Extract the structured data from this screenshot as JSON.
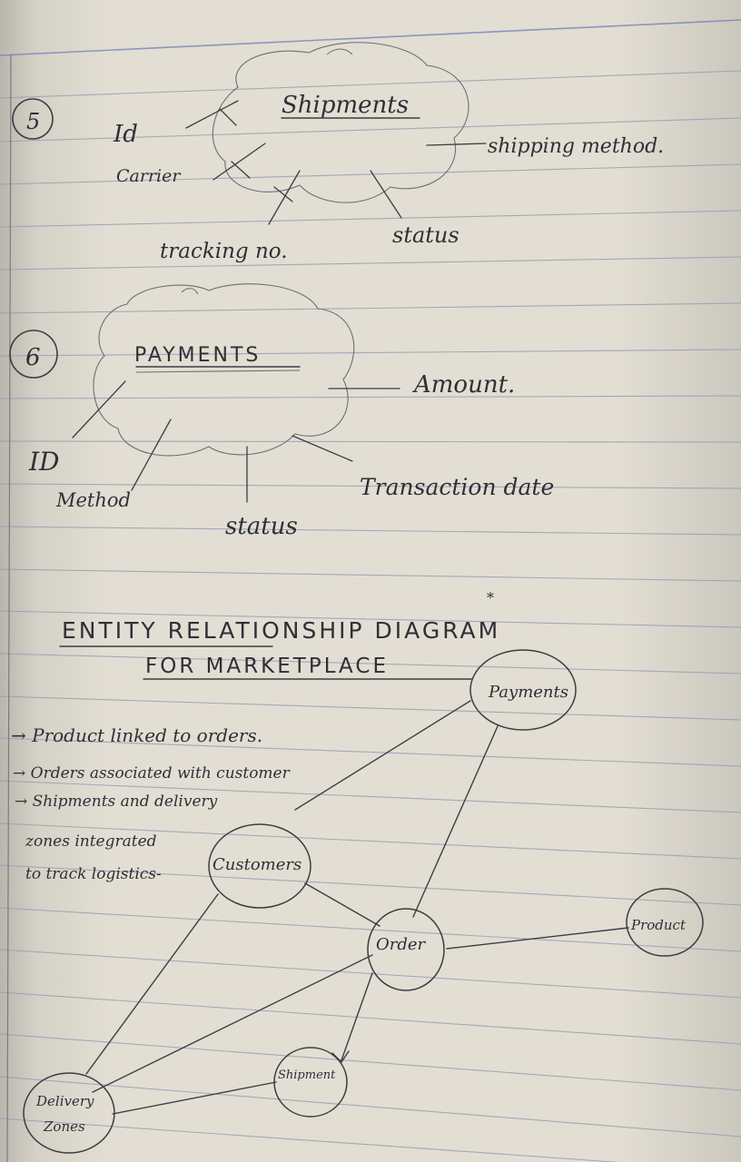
{
  "sections": {
    "shipments": {
      "number": "5",
      "entity": "Shipments",
      "attributes": {
        "id": "Id",
        "carrier": "Carrier",
        "tracking": "tracking no.",
        "status": "status",
        "shipping_method": "shipping method."
      }
    },
    "payments": {
      "number": "6",
      "entity": "PAYMENTS",
      "attributes": {
        "id": "ID",
        "method": "Method",
        "status": "status",
        "transaction_date": "Transaction date",
        "amount": "Amount."
      }
    }
  },
  "erd": {
    "title_line1": "ENTITY RELATIONSHIP DIAGRAM",
    "title_line2": "FOR MARKETPLACE",
    "notes": [
      "→ Product linked to orders.",
      "→ Orders associated with customer",
      "→ Shipments and delivery",
      "zones integrated",
      "to track logistics-"
    ],
    "entities": {
      "payments": "Payments",
      "customers": "Customers",
      "order": "Order",
      "product": "Product",
      "shipment": "Shipment",
      "delivery_1": "Delivery",
      "delivery_2": "Zones"
    }
  }
}
